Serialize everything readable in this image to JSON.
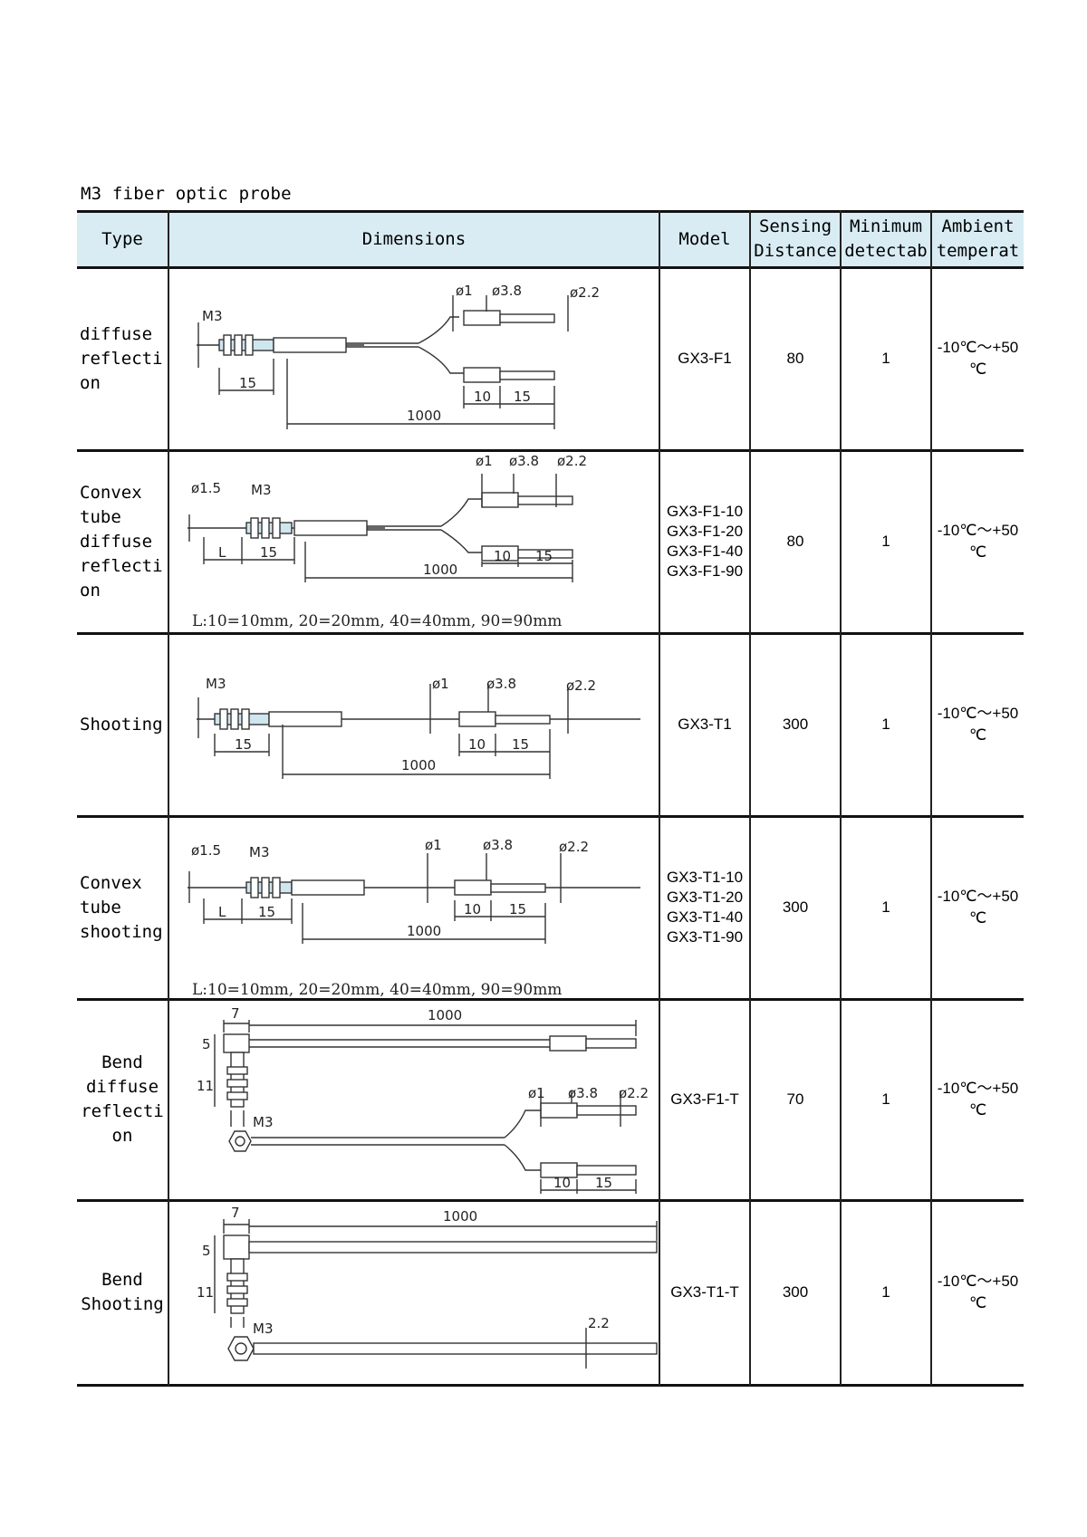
{
  "title": "M3 fiber optic probe",
  "headers": {
    "type": "Type",
    "dimensions": "Dimensions",
    "model": "Model",
    "sensing": "Sensing\nDistance",
    "minimum": "Minimum\ndetectab",
    "ambient": "Ambient\ntemperat"
  },
  "rows": [
    {
      "type": "diffuse\nreflecti\non",
      "models": [
        "GX3-F1"
      ],
      "sensing": "80",
      "minimum": "1",
      "temp_line1": "-10℃～+50",
      "temp_line2": "℃",
      "dims": {
        "m3": "M3",
        "d1": "ø1",
        "d38": "ø3.8",
        "d22": "ø2.2",
        "a": "15",
        "b": "1000",
        "c": "10",
        "d": "15"
      }
    },
    {
      "type": "Convex\ntube\ndiffuse\nreflecti\non",
      "models": [
        "GX3-F1-10",
        "GX3-F1-20",
        "GX3-F1-40",
        "GX3-F1-90"
      ],
      "sensing": "80",
      "minimum": "1",
      "temp_line1": "-10℃～+50",
      "temp_line2": "℃",
      "dims": {
        "d15": "ø1.5",
        "m3": "M3",
        "d1": "ø1",
        "d38": "ø3.8",
        "d22": "ø2.2",
        "l": "L",
        "a": "15",
        "b": "1000",
        "c": "10",
        "d": "15"
      },
      "note": "L:10=10mm, 20=20mm, 40=40mm, 90=90mm"
    },
    {
      "type": "Shooting",
      "models": [
        "GX3-T1"
      ],
      "sensing": "300",
      "minimum": "1",
      "temp_line1": "-10℃～+50",
      "temp_line2": "℃",
      "dims": {
        "m3": "M3",
        "d1": "ø1",
        "d38": "ø3.8",
        "d22": "ø2.2",
        "a": "15",
        "b": "1000",
        "c": "10",
        "d": "15"
      }
    },
    {
      "type": "Convex\ntube\nshooting",
      "models": [
        "GX3-T1-10",
        "GX3-T1-20",
        "GX3-T1-40",
        "GX3-T1-90"
      ],
      "sensing": "300",
      "minimum": "1",
      "temp_line1": "-10℃～+50",
      "temp_line2": "℃",
      "dims": {
        "d15": "ø1.5",
        "m3": "M3",
        "d1": "ø1",
        "d38": "ø3.8",
        "d22": "ø2.2",
        "l": "L",
        "a": "15",
        "b": "1000",
        "c": "10",
        "d": "15"
      },
      "note": "L:10=10mm, 20=20mm, 40=40mm, 90=90mm"
    },
    {
      "type": "Bend\ndiffuse\nreflecti\non",
      "models": [
        "GX3-F1-T"
      ],
      "sensing": "70",
      "minimum": "1",
      "temp_line1": "-10℃～+50",
      "temp_line2": "℃",
      "dims": {
        "seven": "7",
        "b": "1000",
        "five": "5",
        "eleven": "11",
        "m3": "M3",
        "d1": "ø1",
        "d38": "ø3.8",
        "d22": "ø2.2",
        "c": "10",
        "d": "15"
      }
    },
    {
      "type": "Bend\nShooting",
      "models": [
        "GX3-T1-T"
      ],
      "sensing": "300",
      "minimum": "1",
      "temp_line1": "-10℃～+50",
      "temp_line2": "℃",
      "dims": {
        "seven": "7",
        "b": "1000",
        "five": "5",
        "eleven": "11",
        "m3": "M3",
        "d22b": "2.2"
      }
    }
  ]
}
